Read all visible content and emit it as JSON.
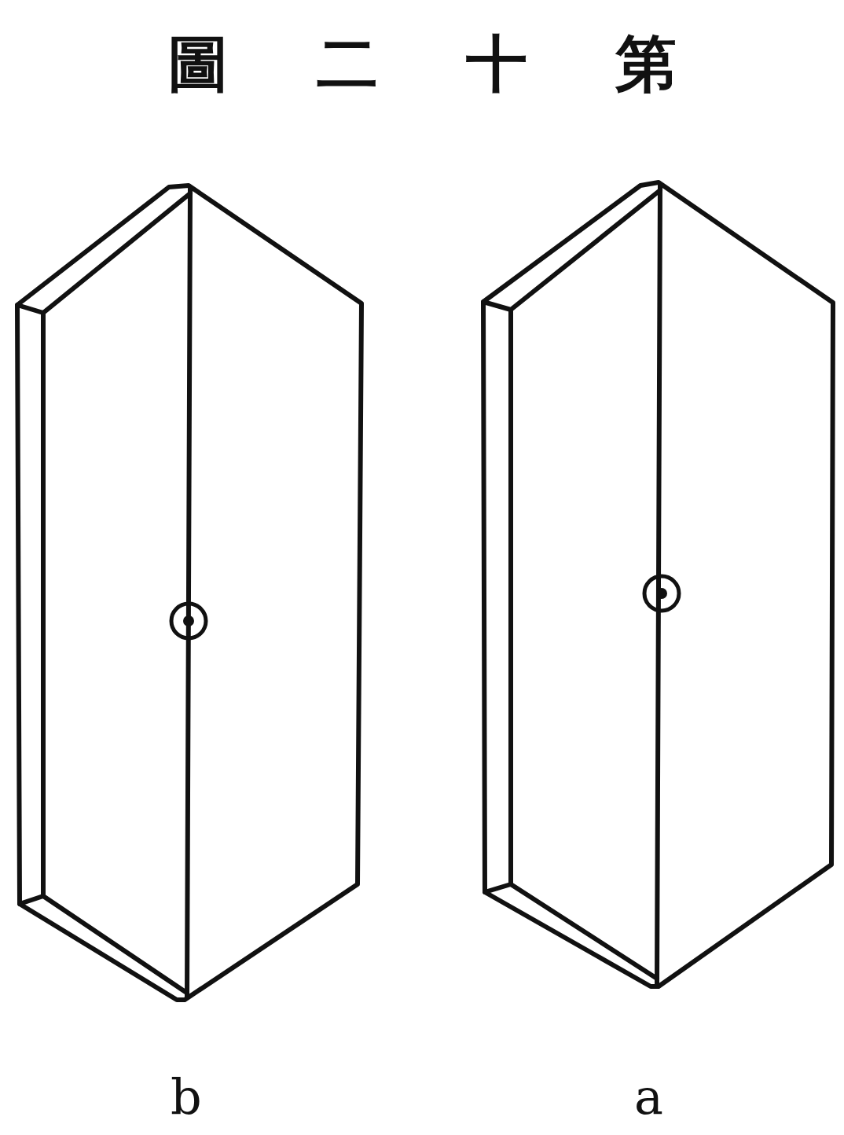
{
  "diagram": {
    "title": "第十二圖",
    "labels": [
      "b",
      "a"
    ]
  }
}
